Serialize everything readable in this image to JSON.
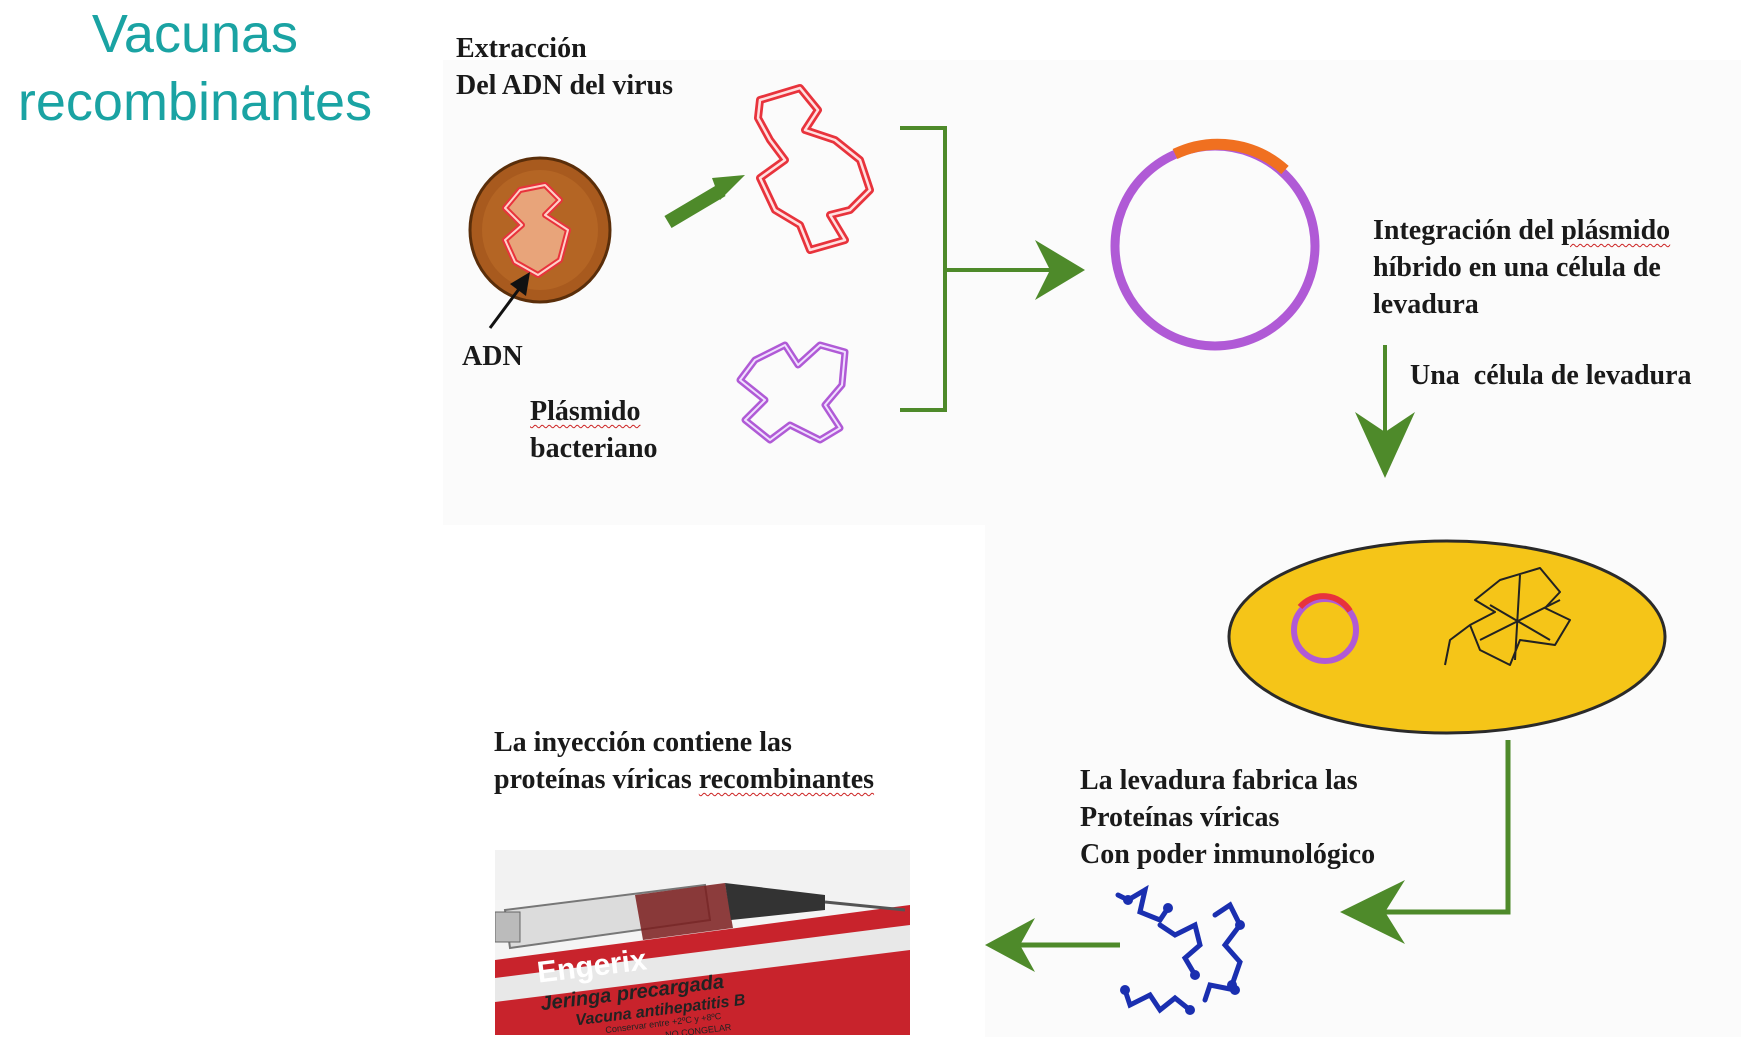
{
  "title": {
    "line1": "Vacunas",
    "line2": "recombinantes"
  },
  "colors": {
    "title": "#1aa3a3",
    "arrow_green": "#4e8a2a",
    "dna_red": "#e8333c",
    "plasmid_purple": "#b05ad6",
    "plasmid_insert": "#f07020",
    "yeast_yellow": "#f5c518",
    "protein_blue": "#1a2fb0",
    "nucleus_brown": "#a85a1e"
  },
  "labels": {
    "extraction": {
      "line1": "Extracción",
      "line2": "Del ADN del virus"
    },
    "adn": "ADN",
    "plasmid": {
      "line1": "Plásmido",
      "line2": "bacteriano"
    },
    "integration": {
      "line1": "Integración del",
      "word2": "plásmido",
      "line2": "híbrido en una célula de",
      "line3": "levadura"
    },
    "yeast_cell": "Una  célula de levadura",
    "yeast_produces": {
      "line1": "La levadura fabrica las",
      "line2": "Proteínas víricas",
      "line3": "Con poder inmunológico"
    },
    "injection": {
      "line1": "La inyección contiene las",
      "line2a": "proteínas víricas",
      "line2b": "recombinantes"
    }
  },
  "syringe_package": {
    "brand": "Engerix",
    "line1": "Jeringa precargada",
    "line2": "Vacuna antihepatitis B",
    "line3": "Conservar entre +2ºC y +8ºC",
    "line4": "NO CONGELAR"
  },
  "icons": [
    "virus-nucleus-icon",
    "viral-dna-icon",
    "bacterial-plasmid-icon",
    "hybrid-plasmid-icon",
    "yeast-cell-icon",
    "viral-proteins-icon",
    "syringe-icon"
  ]
}
